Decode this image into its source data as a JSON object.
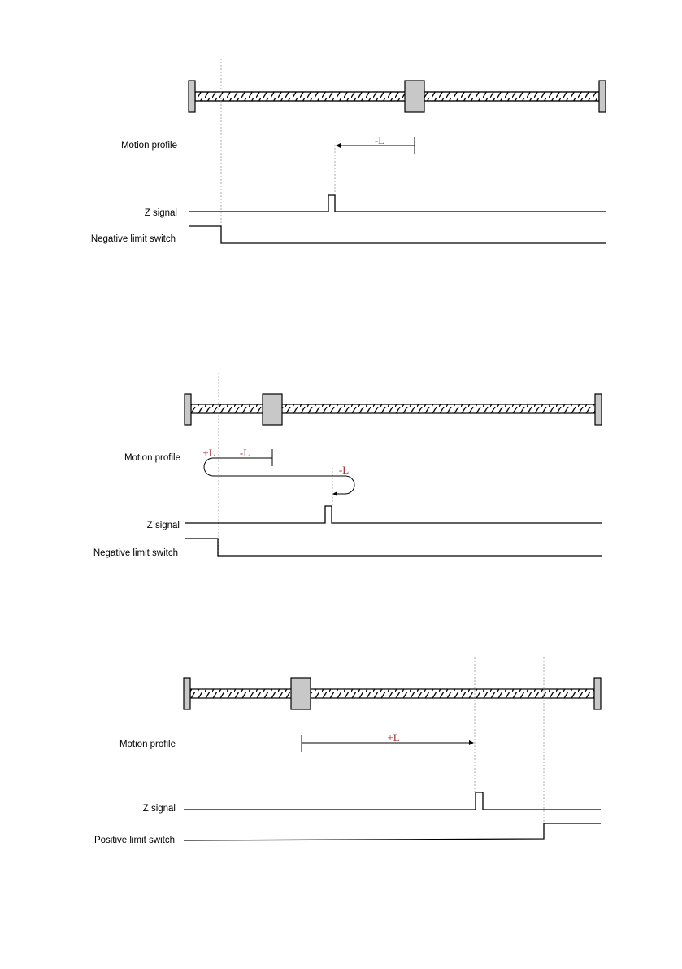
{
  "diagrams": [
    {
      "motion_label": "Motion profile",
      "z_label": "Z signal",
      "limit_label": "Negative limit switch",
      "arrows": [
        "-L"
      ]
    },
    {
      "motion_label": "Motion profile",
      "z_label": "Z signal",
      "limit_label": "Negative limit switch",
      "arrows": [
        "+L",
        "-L",
        "-L"
      ]
    },
    {
      "motion_label": "Motion profile",
      "z_label": "Z signal",
      "limit_label": "Positive limit switch",
      "arrows": [
        "+L"
      ]
    }
  ]
}
